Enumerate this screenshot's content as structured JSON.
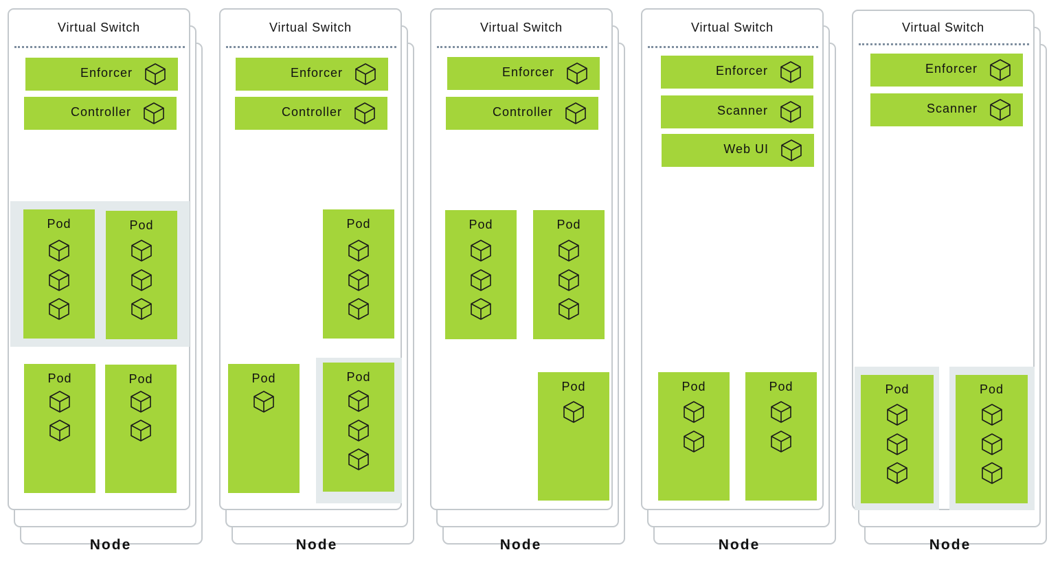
{
  "colors": {
    "component_fill": "#a4d53a",
    "card_border": "#c4c9cd",
    "divider": "#7f8fa0",
    "highlight": "#e4eaec"
  },
  "icons": {
    "container": "cube-icon"
  },
  "nodes": [
    {
      "title": "Virtual Switch",
      "label": "Node",
      "services": [
        "Enforcer",
        "Controller"
      ],
      "pod_groups": [
        {
          "pods": [
            {
              "label": "Pod",
              "containers": 3
            },
            {
              "label": "Pod",
              "containers": 3
            }
          ],
          "highlighted": true
        },
        {
          "pods": [
            {
              "label": "Pod",
              "containers": 2
            },
            {
              "label": "Pod",
              "containers": 2
            }
          ],
          "highlighted": false
        }
      ]
    },
    {
      "title": "Virtual Switch",
      "label": "Node",
      "services": [
        "Enforcer",
        "Controller"
      ],
      "pods": [
        {
          "label": "Pod",
          "containers": 3,
          "highlighted": false
        },
        {
          "label": "Pod",
          "containers": 1,
          "highlighted": false
        },
        {
          "label": "Pod",
          "containers": 3,
          "highlighted": true
        }
      ]
    },
    {
      "title": "Virtual Switch",
      "label": "Node",
      "services": [
        "Enforcer",
        "Controller"
      ],
      "pods": [
        {
          "label": "Pod",
          "containers": 3
        },
        {
          "label": "Pod",
          "containers": 3
        },
        {
          "label": "Pod",
          "containers": 1
        }
      ]
    },
    {
      "title": "Virtual Switch",
      "label": "Node",
      "services": [
        "Enforcer",
        "Scanner",
        "Web UI"
      ],
      "pods": [
        {
          "label": "Pod",
          "containers": 2
        },
        {
          "label": "Pod",
          "containers": 2
        }
      ]
    },
    {
      "title": "Virtual Switch",
      "label": "Node",
      "services": [
        "Enforcer",
        "Scanner"
      ],
      "pods": [
        {
          "label": "Pod",
          "containers": 3,
          "highlighted": true
        },
        {
          "label": "Pod",
          "containers": 3,
          "highlighted": true
        }
      ]
    }
  ]
}
